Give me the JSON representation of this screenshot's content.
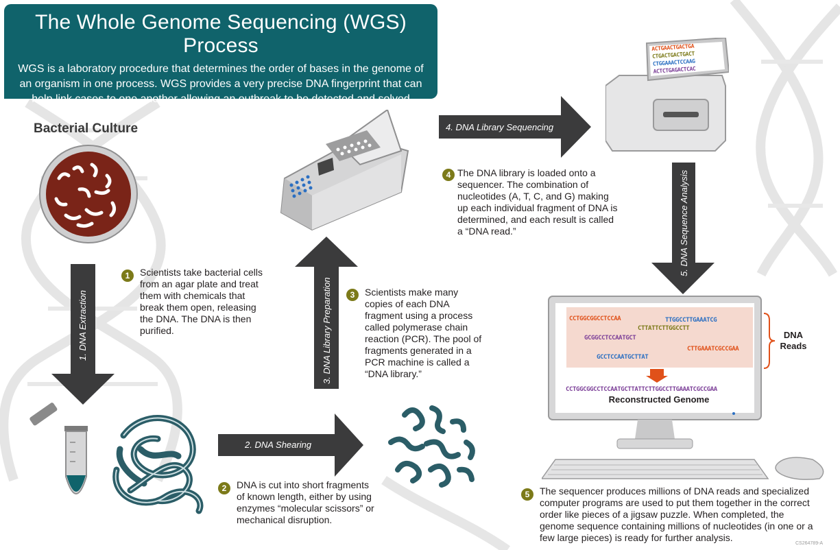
{
  "header": {
    "title": "The Whole Genome Sequencing (WGS) Process",
    "description": "WGS is a laboratory procedure that determines the order of bases in the genome of an organism in one process. WGS provides a very precise DNA fingerprint that can help link cases to one another allowing an outbreak to be detected and solved sooner."
  },
  "culture": {
    "title": "Bacterial Culture"
  },
  "arrows": {
    "extraction": "1. DNA Extraction",
    "shearing": "2. DNA Shearing",
    "preparation": "3. DNA Library Preparation",
    "sequencing": "4. DNA Library Sequencing",
    "analysis": "5. DNA Sequence Analysis"
  },
  "steps": [
    {
      "number": "1",
      "text": "Scientists take bacterial cells from an agar plate and treat them with chemicals that break them open, releasing the DNA. The DNA is then purified."
    },
    {
      "number": "2",
      "text": "DNA is cut into short fragments of known length, either by using enzymes “molecular scissors” or mechanical disruption."
    },
    {
      "number": "3",
      "text": "Scientists make many copies of each DNA fragment using a process called polymerase chain reaction (PCR). The pool of fragments generated in a PCR machine is called a “DNA library.”"
    },
    {
      "number": "4",
      "text": "The DNA library is loaded onto a sequencer. The combination of nucleotides (A, T, C, and G) making up each individual fragment of DNA is determined, and each result is called a “DNA read.”"
    },
    {
      "number": "5",
      "text": "The sequencer produces millions of DNA reads and specialized computer programs are used to put them together in the correct order like pieces of a jigsaw puzzle. When completed, the genome sequence containing millions of nucleotides (in one or a few large pieces) is ready for further analysis."
    }
  ],
  "sequencer_screen": [
    "ACTGAACTGACTGA",
    "CTGACTGACTGACT",
    "CTGGAAACTCCAAG",
    "ACTCTGAGACTCAC"
  ],
  "computer": {
    "reads": [
      "CCTGGCGGCCTCCAA",
      "TTGGCCTTGAAATCG",
      "CTTATTCTTGGCCTT",
      "GCGGCCTCCAATGCT",
      "CTTGAAATCGCCGAA",
      "GCCTCCAATGCTTAT"
    ],
    "reconstructed": "CCTGGCGGCCTCCAATGCTTATTCTTGGCCTTGAAATCGCCGAA",
    "reconstructed_label": "Reconstructed Genome",
    "reads_label": "DNA Reads"
  },
  "footnote": "CS264789-A",
  "colors": {
    "teal": "#10636b",
    "olive": "#7c7a19",
    "arrow": "#3b3b3c",
    "agar": "#7a2418",
    "pink": "#f5d9cf",
    "orange": "#e0511a"
  }
}
